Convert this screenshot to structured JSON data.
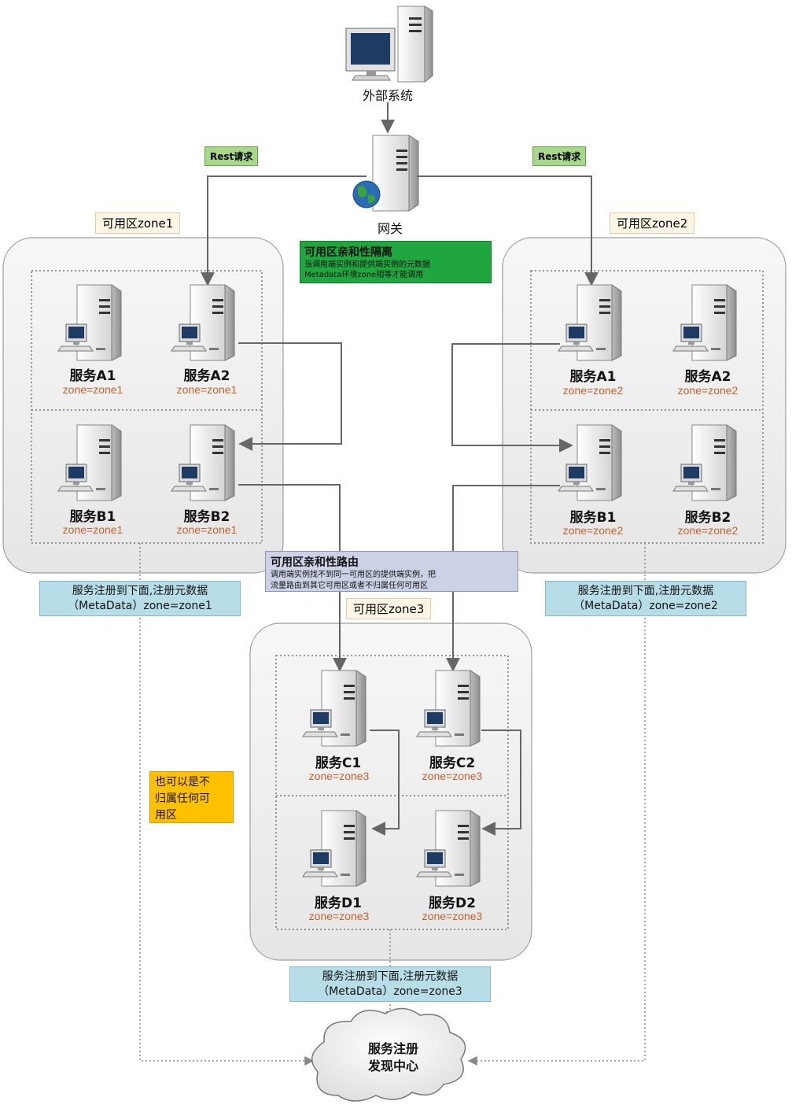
{
  "top": {
    "external_system": "外部系统",
    "gateway": "网关",
    "rest_left": "Rest请求",
    "rest_right": "Rest请求"
  },
  "zones": {
    "zone1_tag": "可用区zone1",
    "zone2_tag": "可用区zone2",
    "zone3_tag": "可用区zone3"
  },
  "services": {
    "z1": [
      {
        "name": "服务A1",
        "zone": "zone=zone1"
      },
      {
        "name": "服务A2",
        "zone": "zone=zone1"
      },
      {
        "name": "服务B1",
        "zone": "zone=zone1"
      },
      {
        "name": "服务B2",
        "zone": "zone=zone1"
      }
    ],
    "z2": [
      {
        "name": "服务A1",
        "zone": "zone=zone2"
      },
      {
        "name": "服务A2",
        "zone": "zone=zone2"
      },
      {
        "name": "服务B1",
        "zone": "zone=zone2"
      },
      {
        "name": "服务B2",
        "zone": "zone=zone2"
      }
    ],
    "z3": [
      {
        "name": "服务C1",
        "zone": "zone=zone3"
      },
      {
        "name": "服务C2",
        "zone": "zone=zone3"
      },
      {
        "name": "服务D1",
        "zone": "zone=zone3"
      },
      {
        "name": "服务D2",
        "zone": "zone=zone3"
      }
    ]
  },
  "notes": {
    "isolation_title": "可用区亲和性隔离",
    "isolation_line1": "当调用端实例和提供端实例的元数据",
    "isolation_line2": "Metadata环境zone相等才能调用",
    "routing_title": "可用区亲和性路由",
    "routing_line1": "调用端实例找不到同一可用区的提供端实例，把",
    "routing_line2": "流量路由到其它可用区或者不归属任何可用区",
    "reg1_line1": "服务注册到下面,注册元数据",
    "reg1_line2": "（MetaData）zone=zone1",
    "reg2_line1": "服务注册到下面,注册元数据",
    "reg2_line2": "（MetaData）zone=zone2",
    "reg3_line1": "服务注册到下面,注册元数据",
    "reg3_line2": "（MetaData）zone=zone3",
    "no_zone_line1": "也可以是不",
    "no_zone_line2": "归属任何可",
    "no_zone_line3": "用区"
  },
  "registry": {
    "line1": "服务注册",
    "line2": "发现中心"
  },
  "colors": {
    "zone_text": "#c0622b",
    "green_note": "#1fa63f",
    "blue_note": "#b7dde9",
    "gray_note": "#cbd2e6",
    "orange_note": "#ffc000",
    "rest_tag": "#a7d88a",
    "zone_tag": "#fdf6e6"
  },
  "icons": {
    "pc": "computer-icon",
    "server": "server-icon",
    "gateway": "gateway-server-icon",
    "globe": "globe-icon",
    "cloud": "cloud-icon"
  }
}
